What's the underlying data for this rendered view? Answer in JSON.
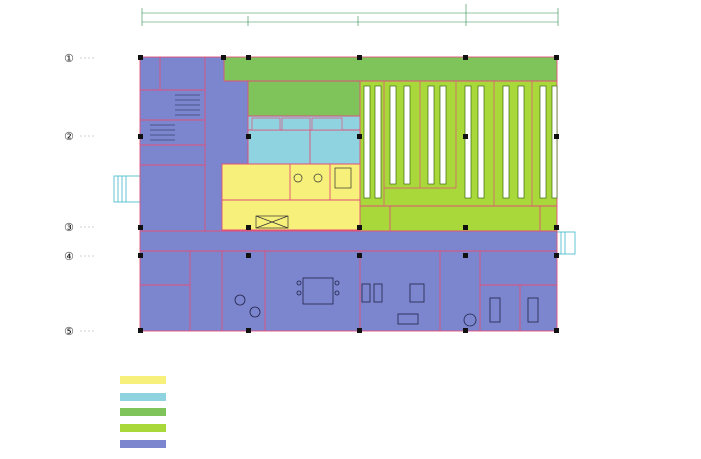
{
  "colors": {
    "yellow_zone": "#f7f07a",
    "cyan_zone": "#8fd3e0",
    "green_zone": "#7ec45a",
    "lime_zone": "#a8d83a",
    "blue_zone": "#7b86cf",
    "wall_line": "#e0507a",
    "column": "#111111",
    "dimension_line": "#2a8a4a"
  },
  "axis_markers": [
    "①",
    "②",
    "③",
    "④",
    "⑤"
  ],
  "dimensions": {
    "total": "",
    "segments": [
      "",
      "",
      "",
      ""
    ]
  },
  "rooms": {
    "yellow": [
      "",
      "",
      "",
      "",
      ""
    ],
    "cyan": [
      "",
      "",
      "",
      "",
      ""
    ],
    "green": [
      "",
      "",
      ""
    ],
    "lime": [
      "",
      "",
      "",
      "",
      "",
      ""
    ],
    "blue": [
      "",
      "",
      "",
      "",
      "",
      "",
      "",
      "",
      "",
      "",
      "",
      "",
      "",
      "",
      ""
    ]
  },
  "legend": {
    "title": "",
    "items": [
      {
        "label": "",
        "swatch": "yellow_zone"
      },
      {
        "label": "",
        "swatch": "cyan_zone"
      },
      {
        "label": "",
        "swatch": "green_zone"
      },
      {
        "label": "",
        "swatch": "lime_zone"
      },
      {
        "label": "",
        "swatch": "blue_zone"
      }
    ]
  }
}
